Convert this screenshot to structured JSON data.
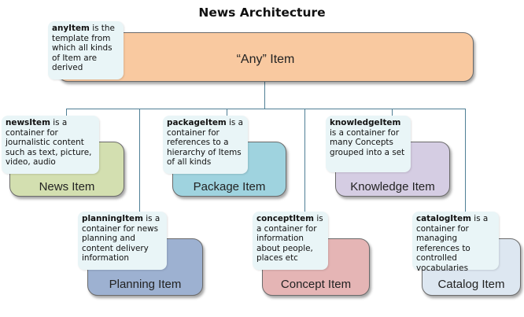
{
  "title": "News Architecture",
  "nodes": {
    "any": {
      "label": "“Any” Item",
      "color": "#f9c9a0",
      "note_term": "anyItem",
      "note_text": " is the template from which all kinds of Item are derived"
    },
    "news": {
      "label": "News Item",
      "color": "#d3dfb0",
      "note_term": "newsItem",
      "note_text": " is a container for journalistic content such as text, picture, video, audio"
    },
    "package": {
      "label": "Package Item",
      "color": "#9fd3df",
      "note_term": "packageItem",
      "note_text": " is a container for references to a hierarchy of Items of all kinds"
    },
    "knowledge": {
      "label": "Knowledge Item",
      "color": "#d5cde3",
      "note_term": "knowledgeItem",
      "note_text": " is a container for many Concepts grouped into a set"
    },
    "planning": {
      "label": "Planning Item",
      "color": "#9db1d1",
      "note_term": "planningItem",
      "note_text": " is a container for news planning and content delivery information"
    },
    "concept": {
      "label": "Concept Item",
      "color": "#e5b5b5",
      "note_term": "conceptItem",
      "note_text": " is a container for information about people, places etc"
    },
    "catalog": {
      "label": "Catalog Item",
      "color": "#dde7f1",
      "note_term": "catalogItem",
      "note_text": " is a container for managing references to controlled vocabularies"
    }
  },
  "colors": {
    "connector": "#4f7f95",
    "note_background": "#e9f5f7"
  }
}
